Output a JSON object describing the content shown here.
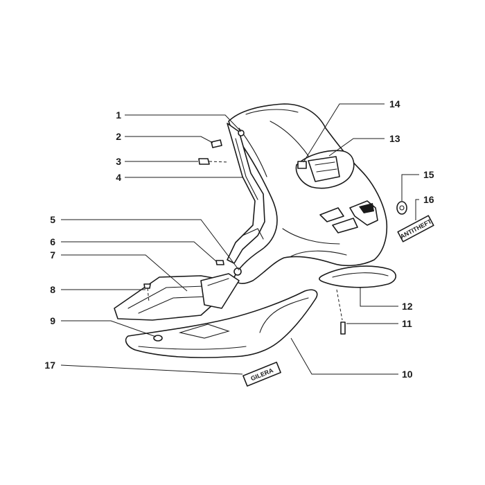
{
  "callouts": [
    {
      "id": "1",
      "label": "1"
    },
    {
      "id": "2",
      "label": "2"
    },
    {
      "id": "3",
      "label": "3"
    },
    {
      "id": "4",
      "label": "4"
    },
    {
      "id": "5",
      "label": "5"
    },
    {
      "id": "6",
      "label": "6"
    },
    {
      "id": "7",
      "label": "7"
    },
    {
      "id": "8",
      "label": "8"
    },
    {
      "id": "9",
      "label": "9"
    },
    {
      "id": "10",
      "label": "10"
    },
    {
      "id": "11",
      "label": "11"
    },
    {
      "id": "12",
      "label": "12"
    },
    {
      "id": "13",
      "label": "13"
    },
    {
      "id": "14",
      "label": "14"
    },
    {
      "id": "15",
      "label": "15"
    },
    {
      "id": "16",
      "label": "16"
    },
    {
      "id": "17",
      "label": "17"
    }
  ],
  "decals": {
    "antitheft": "ANTITHEFT",
    "gilera": "GILERA"
  }
}
